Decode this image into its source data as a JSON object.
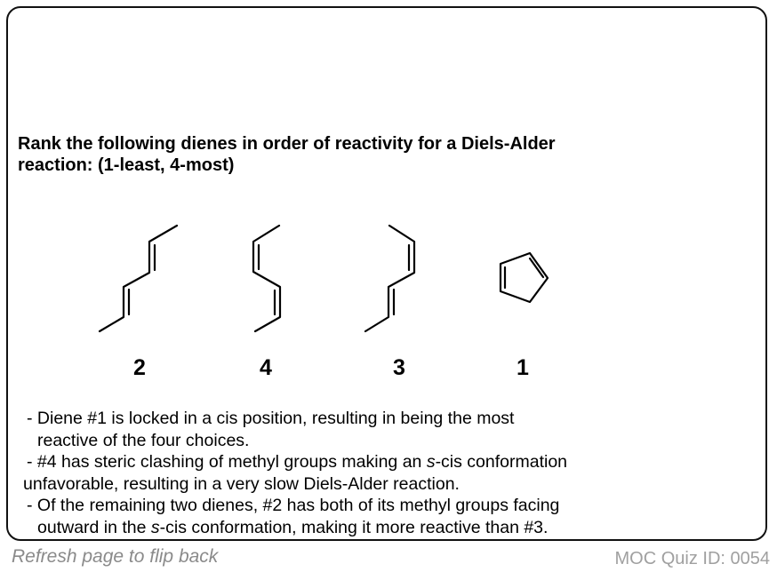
{
  "question": {
    "line1": "Rank the following dienes in order of reactivity for a Diels-Alder",
    "line2": "reaction: (1-least, 4-most)"
  },
  "dienes": [
    {
      "rank": "2",
      "name": "trans,trans-2,4-hexadiene"
    },
    {
      "rank": "4",
      "name": "cis,cis-2,4-hexadiene"
    },
    {
      "rank": "3",
      "name": "cis,trans-2,4-hexadiene"
    },
    {
      "rank": "1",
      "name": "cyclopentadiene"
    }
  ],
  "explanation": {
    "l1": "- Diene #1 is locked in a cis position, resulting in being the most",
    "l2": "reactive of the four choices.",
    "l3a": "- #4 has steric clashing of methyl groups making an ",
    "l3i": "s",
    "l3b": "-cis conformation",
    "l4": "unfavorable, resulting in a very slow Diels-Alder reaction.",
    "l5": "- Of the remaining two dienes, #2 has both of its methyl groups facing",
    "l6a": "outward in the ",
    "l6i": "s",
    "l6b": "-cis conformation, making it more reactive than #3."
  },
  "footer": {
    "refresh": "Refresh page to flip back",
    "quiz_id": "MOC Quiz ID: 0054"
  }
}
